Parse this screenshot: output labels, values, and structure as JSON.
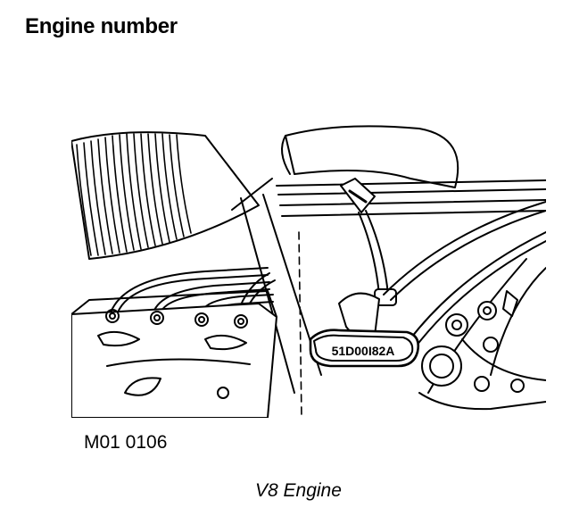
{
  "heading": "Engine number",
  "illustration": {
    "engine_number_plate": "51D00I82A"
  },
  "figure_reference": "M01 0106",
  "caption": "V8 Engine"
}
